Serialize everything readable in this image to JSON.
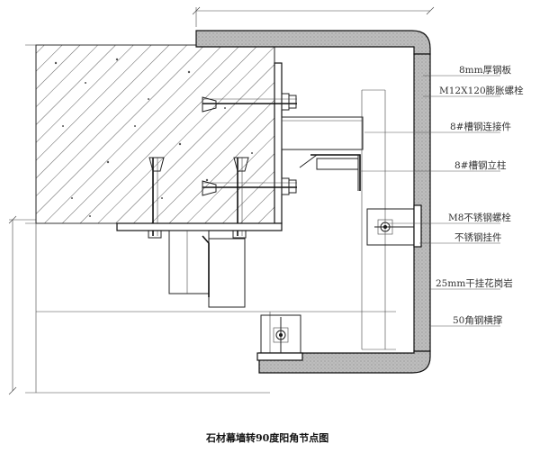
{
  "labels": [
    "8mm厚钢板",
    "M12X120膨胀螺栓",
    "8#槽钢连接件",
    "8#槽钢立柱",
    "M8不锈钢螺栓",
    "不锈钢挂件",
    "25mm干挂花岗岩",
    "50角钢横撑"
  ],
  "caption": "石材幕墙转90度阳角节点图",
  "colors": {
    "line": "#222222",
    "stone_fill": "#b9b9b9",
    "concrete_hatch": "#333333"
  }
}
